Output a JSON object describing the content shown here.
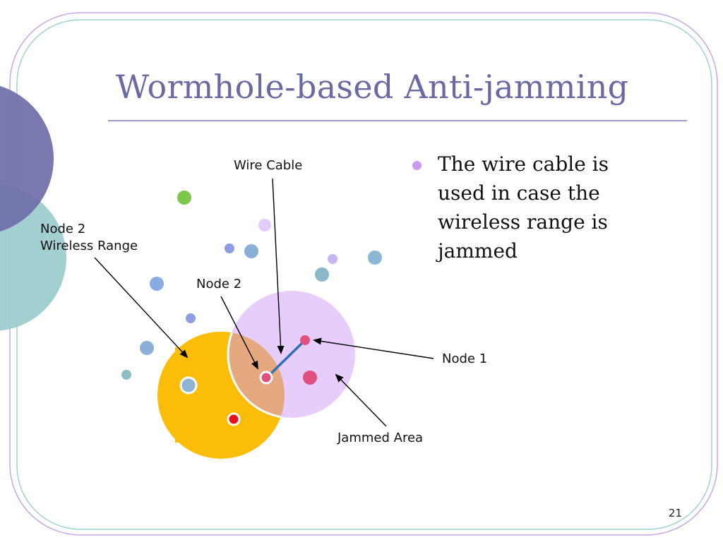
{
  "slide": {
    "title": "Wormhole-based  Anti-jamming",
    "page_number": "21"
  },
  "bullets": [
    {
      "text": "The wire cable is used in case the wireless range is jammed"
    }
  ],
  "diagram": {
    "labels": {
      "wire_cable": "Wire Cable",
      "node2_range_line1": "Node 2",
      "node2_range_line2": "Wireless Range",
      "node2": "Node 2",
      "node1": "Node 1",
      "jammed_area": "Jammed Area"
    }
  },
  "colors": {
    "title": "#6a6aa2",
    "node2_range": "#fbbd08",
    "jammed_area": "#e6cdfb",
    "overlap": "#e4a97f",
    "wire_cable": "#2f6fb8",
    "node": "#e0507e",
    "bullet": "#c79cf0"
  }
}
